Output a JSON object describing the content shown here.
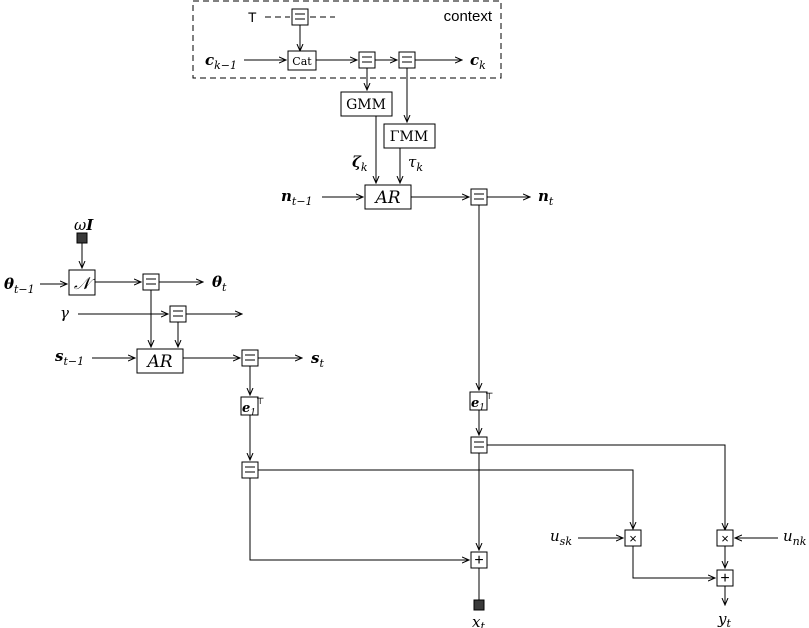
{
  "context_label": "context",
  "T_label": "T",
  "c_prev_label": "c",
  "c_prev_sub": "k−1",
  "c_next_label": "c",
  "c_next_sub": "k",
  "cat_label": "Cat",
  "gmm_label": "GMM",
  "gamma_mm_label": "ΓMM",
  "zeta_label": "ζ",
  "zeta_sub": "k",
  "tau_label": "τ",
  "tau_sub": "k",
  "n_prev_label": "n",
  "n_prev_sub": "t−1",
  "n_next_label": "n",
  "n_next_sub": "t",
  "ar_label": "AR",
  "omega_label": "ω",
  "I_label": "I",
  "theta_prev_label": "θ",
  "theta_prev_sub": "t−1",
  "theta_next_label": "θ",
  "theta_next_sub": "t",
  "normal_label": "𝒩",
  "gamma_label": "γ",
  "s_prev_label": "s",
  "s_prev_sub": "t−1",
  "s_next_label": "s",
  "s_next_sub": "t",
  "e1_label": "e",
  "e1_sub": "1",
  "e1_sup": "⊤",
  "equal_glyph": "=",
  "plus_glyph": "+",
  "times_glyph": "×",
  "u_sk_label": "u",
  "u_sk_sub": "sk",
  "u_nk_label": "u",
  "u_nk_sub": "nk",
  "x_label": "x",
  "x_sub": "t",
  "y_label": "y",
  "y_sub": "t"
}
